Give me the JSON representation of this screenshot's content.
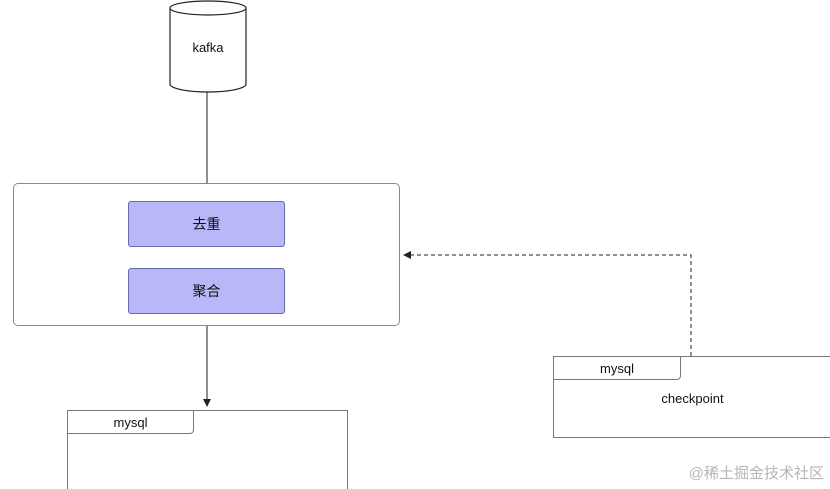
{
  "nodes": {
    "source": {
      "label": "kafka"
    },
    "process": {
      "steps": [
        {
          "label": "去重"
        },
        {
          "label": "聚合"
        }
      ]
    },
    "sink_table": {
      "tab_label": "mysql"
    },
    "checkpoint_table": {
      "tab_label": "mysql",
      "body_label": "checkpoint"
    }
  },
  "watermark": "@稀土掘金技术社区",
  "colors": {
    "step_fill": "#b8b8f8",
    "line": "#222222",
    "border": "#777777"
  }
}
